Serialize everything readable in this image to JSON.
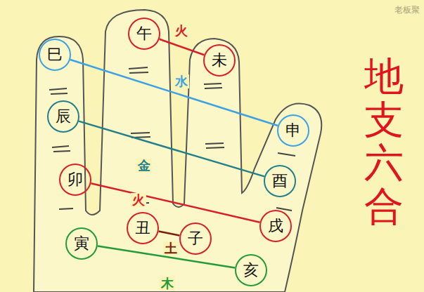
{
  "diagram": {
    "title": "地支六合",
    "nodes": [
      {
        "text": [
          "午"
        ]
      },
      {
        "text": [
          "未"
        ]
      },
      {
        "text": [
          "巳"
        ]
      },
      {
        "text": [
          "申"
        ]
      },
      {
        "text": [
          "辰"
        ]
      },
      {
        "text": [
          "酉"
        ]
      },
      {
        "text": [
          "卯"
        ]
      },
      {
        "text": [
          "戌"
        ]
      },
      {
        "text": [
          "丑"
        ]
      },
      {
        "text": [
          "子"
        ]
      },
      {
        "text": [
          "寅"
        ]
      },
      {
        "text": [
          "亥"
        ]
      }
    ],
    "edges": [
      {
        "from": 0,
        "to": 1,
        "label": "火",
        "arrow": "none"
      },
      {
        "from": 2,
        "to": 3,
        "label": "水",
        "arrow": "none"
      },
      {
        "from": 4,
        "to": 5,
        "label": "金",
        "arrow": "none"
      },
      {
        "from": 6,
        "to": 7,
        "label": "火",
        "arrow": "none"
      },
      {
        "from": 8,
        "to": 9,
        "label": "土",
        "arrow": "none"
      },
      {
        "from": 10,
        "to": 11,
        "label": "木",
        "arrow": "none"
      }
    ],
    "labels": [
      "老板聚"
    ]
  }
}
